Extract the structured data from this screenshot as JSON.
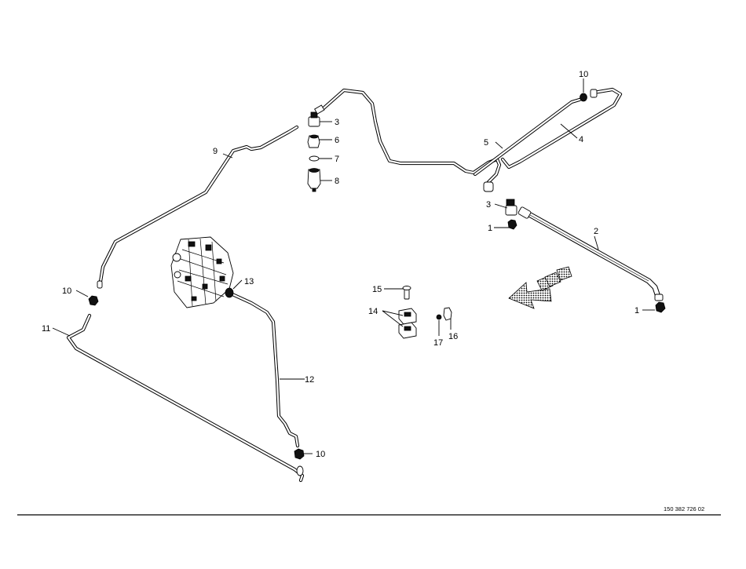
{
  "parts": {
    "p1a": "1",
    "p1b": "1",
    "p2": "2",
    "p3a": "3",
    "p3b": "3",
    "p4": "4",
    "p5": "5",
    "p6": "6",
    "p7": "7",
    "p8": "8",
    "p9": "9",
    "p10a": "10",
    "p10b": "10",
    "p10c": "10",
    "p11": "11",
    "p12": "12",
    "p13": "13",
    "p14": "14",
    "p15": "15",
    "p16": "16",
    "p17": "17"
  },
  "reference": "150 382 726 02"
}
